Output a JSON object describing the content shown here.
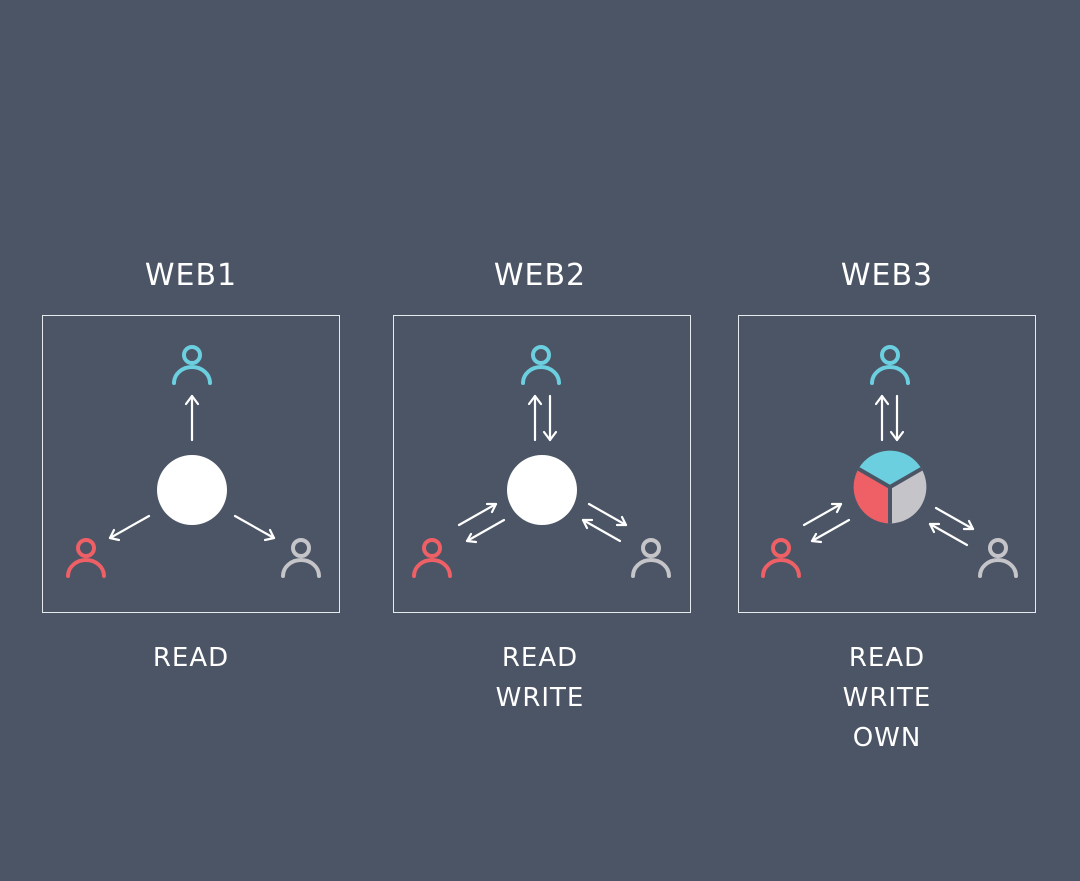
{
  "colors": {
    "background": "#4b5565",
    "user_teal": "#6ccfdf",
    "user_red": "#ee5f66",
    "user_gray": "#c4c4c9",
    "node_white": "#ffffff",
    "arrow": "#ffffff"
  },
  "icons": {
    "user": "person-icon",
    "server": "circle-node",
    "pie": "three-segment-pie-node"
  },
  "panels": [
    {
      "title": "WEB1",
      "captions": [
        "READ"
      ],
      "node": "white-circle",
      "arrow_style": "one-way"
    },
    {
      "title": "WEB2",
      "captions": [
        "READ",
        "WRITE"
      ],
      "node": "white-circle",
      "arrow_style": "two-way"
    },
    {
      "title": "WEB3",
      "captions": [
        "READ",
        "WRITE",
        "OWN"
      ],
      "node": "three-segment-pie",
      "arrow_style": "two-way"
    }
  ]
}
